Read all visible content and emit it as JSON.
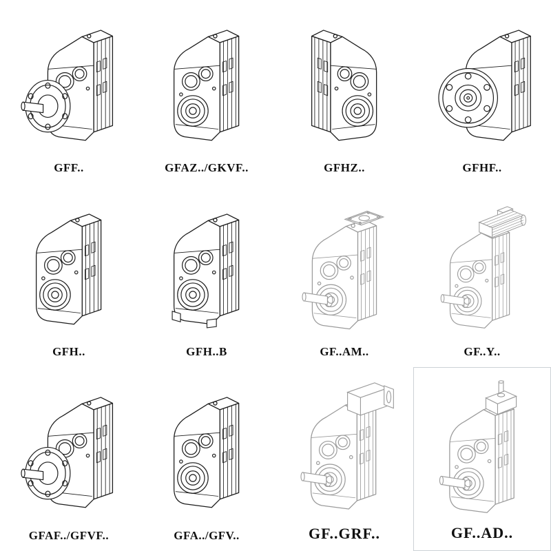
{
  "colors": {
    "background": "#ffffff",
    "line_dark": "#1c1c1c",
    "line_faint": "#9b9b9b",
    "label_text": "#101010"
  },
  "cells": [
    {
      "label": "GFF..",
      "icon": "gearbox-flange-output-shaft-drawing",
      "tone": "dark"
    },
    {
      "label": "GFAZ../GKVF..",
      "icon": "gearbox-hollow-shaft-drawing",
      "tone": "dark"
    },
    {
      "label": "GFHZ..",
      "icon": "gearbox-hollow-shaft-mirrored-drawing",
      "tone": "dark"
    },
    {
      "label": "GFHF..",
      "icon": "gearbox-front-flange-drawing",
      "tone": "dark"
    },
    {
      "label": "GFH..",
      "icon": "gearbox-hollow-shaft-drawing",
      "tone": "dark"
    },
    {
      "label": "GFH..B",
      "icon": "gearbox-hollow-shaft-base-drawing",
      "tone": "dark"
    },
    {
      "label": "GF..AM..",
      "icon": "gearbox-iec-adapter-flange-drawing",
      "tone": "faint"
    },
    {
      "label": "GF..Y..",
      "icon": "gearbox-with-motor-drawing",
      "tone": "faint"
    },
    {
      "label": "GFAF../GFVF..",
      "icon": "gearbox-flange-output-shaft-drawing",
      "tone": "dark"
    },
    {
      "label": "GFA../GFV..",
      "icon": "gearbox-hollow-shaft-drawing",
      "tone": "dark"
    },
    {
      "label": "GF..GRF..",
      "icon": "gearbox-grf-input-adapter-drawing",
      "tone": "faint"
    },
    {
      "label": "GF..AD..",
      "icon": "gearbox-ad-input-adapter-drawing",
      "tone": "faint"
    }
  ]
}
